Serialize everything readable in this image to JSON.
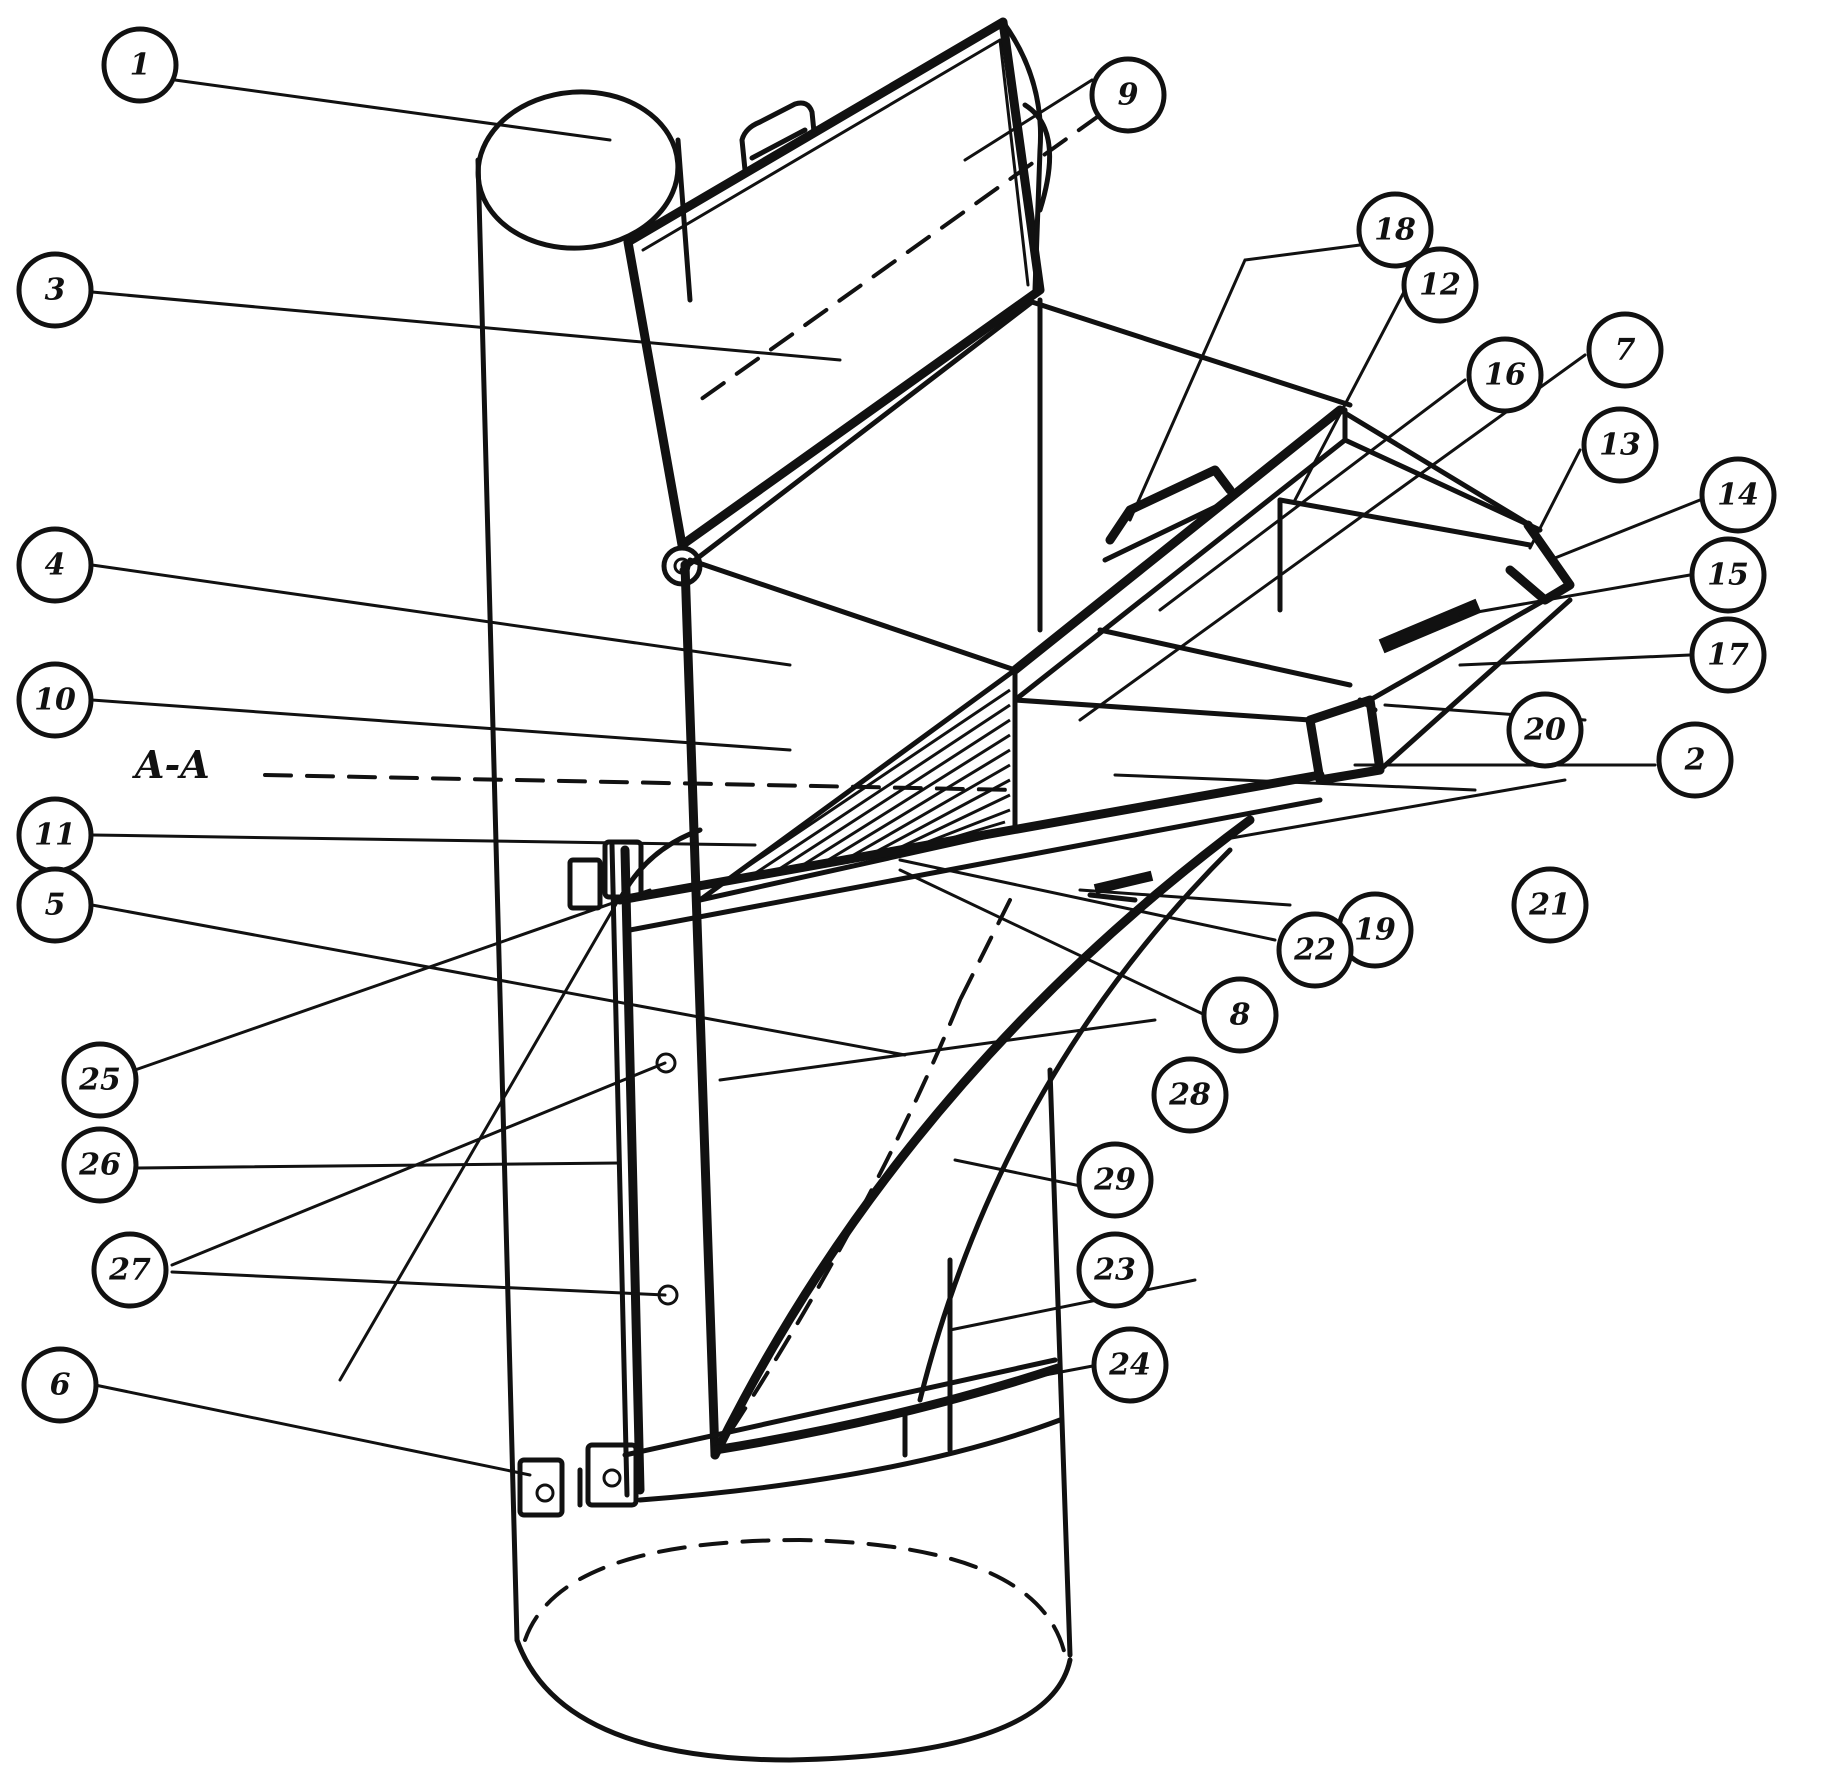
{
  "diagram": {
    "callouts": [
      {
        "id": "c1",
        "label": "1"
      },
      {
        "id": "c2",
        "label": "2"
      },
      {
        "id": "c3",
        "label": "3"
      },
      {
        "id": "c4",
        "label": "4"
      },
      {
        "id": "c5",
        "label": "5"
      },
      {
        "id": "c6",
        "label": "6"
      },
      {
        "id": "c7",
        "label": "7"
      },
      {
        "id": "c8",
        "label": "8"
      },
      {
        "id": "c9",
        "label": "9"
      },
      {
        "id": "c10",
        "label": "10"
      },
      {
        "id": "c11",
        "label": "11"
      },
      {
        "id": "c12",
        "label": "12"
      },
      {
        "id": "c13",
        "label": "13"
      },
      {
        "id": "c14",
        "label": "14"
      },
      {
        "id": "c15",
        "label": "15"
      },
      {
        "id": "c16",
        "label": "16"
      },
      {
        "id": "c17",
        "label": "17"
      },
      {
        "id": "c18",
        "label": "18"
      },
      {
        "id": "c19",
        "label": "19"
      },
      {
        "id": "c20",
        "label": "20"
      },
      {
        "id": "c21",
        "label": "21"
      },
      {
        "id": "c22",
        "label": "22"
      },
      {
        "id": "c23",
        "label": "23"
      },
      {
        "id": "c24",
        "label": "24"
      },
      {
        "id": "c25",
        "label": "25"
      },
      {
        "id": "c26",
        "label": "26"
      },
      {
        "id": "c27",
        "label": "27"
      },
      {
        "id": "c28",
        "label": "28"
      },
      {
        "id": "c29",
        "label": "29"
      }
    ],
    "section_label": "A-A",
    "colors": {
      "ink": "#111111",
      "paper": "#ffffff"
    }
  }
}
